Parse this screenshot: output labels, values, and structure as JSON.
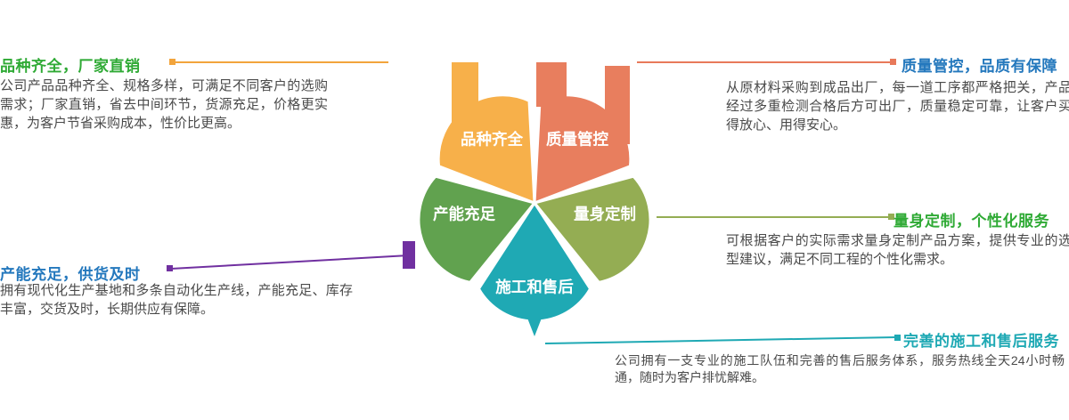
{
  "colors": {
    "heading_green": "#2faa35",
    "heading_blue": "#2478bd",
    "heading_teal": "#1fa9b4",
    "body_text": "#4a4a4a",
    "line_orange": "#f2a43c",
    "line_salmon": "#e8795a",
    "line_purple": "#7030a0",
    "line_olive": "#94ad53",
    "line_teal": "#1fa9b4"
  },
  "flower": {
    "petals": [
      {
        "label": "品种齐全",
        "color": "#f7b04a"
      },
      {
        "label": "质量管控",
        "color": "#e87e5e"
      },
      {
        "label": "产能充足",
        "color": "#61a24f"
      },
      {
        "label": "量身定制",
        "color": "#94ad53"
      },
      {
        "label": "施工和售后",
        "color": "#1fa9b4"
      }
    ]
  },
  "callouts": {
    "variety": {
      "title": "品种齐全，厂家直销",
      "body": "公司产品品种齐全、规格多样，可满足不同客户的选购需求；厂家直销，省去中间环节，货源充足，价格更实惠，为客户节省采购成本，性价比更高。"
    },
    "quality": {
      "title": "质量管控，品质有保障",
      "body": "从原材料采购到成品出厂，每一道工序都严格把关，产品经过多重检测合格后方可出厂，质量稳定可靠，让客户买得放心、用得安心。"
    },
    "capacity": {
      "title": "产能充足，供货及时",
      "body": "拥有现代化生产基地和多条自动化生产线，产能充足、库存丰富，交货及时，长期供应有保障。"
    },
    "custom": {
      "title": "量身定制，个性化服务",
      "body": "可根据客户的实际需求量身定制产品方案，提供专业的选型建议，满足不同工程的个性化需求。"
    },
    "service": {
      "title": "完善的施工和售后服务",
      "body": "公司拥有一支专业的施工队伍和完善的售后服务体系，服务热线全天24小时畅通，随时为客户排忧解难。"
    }
  }
}
